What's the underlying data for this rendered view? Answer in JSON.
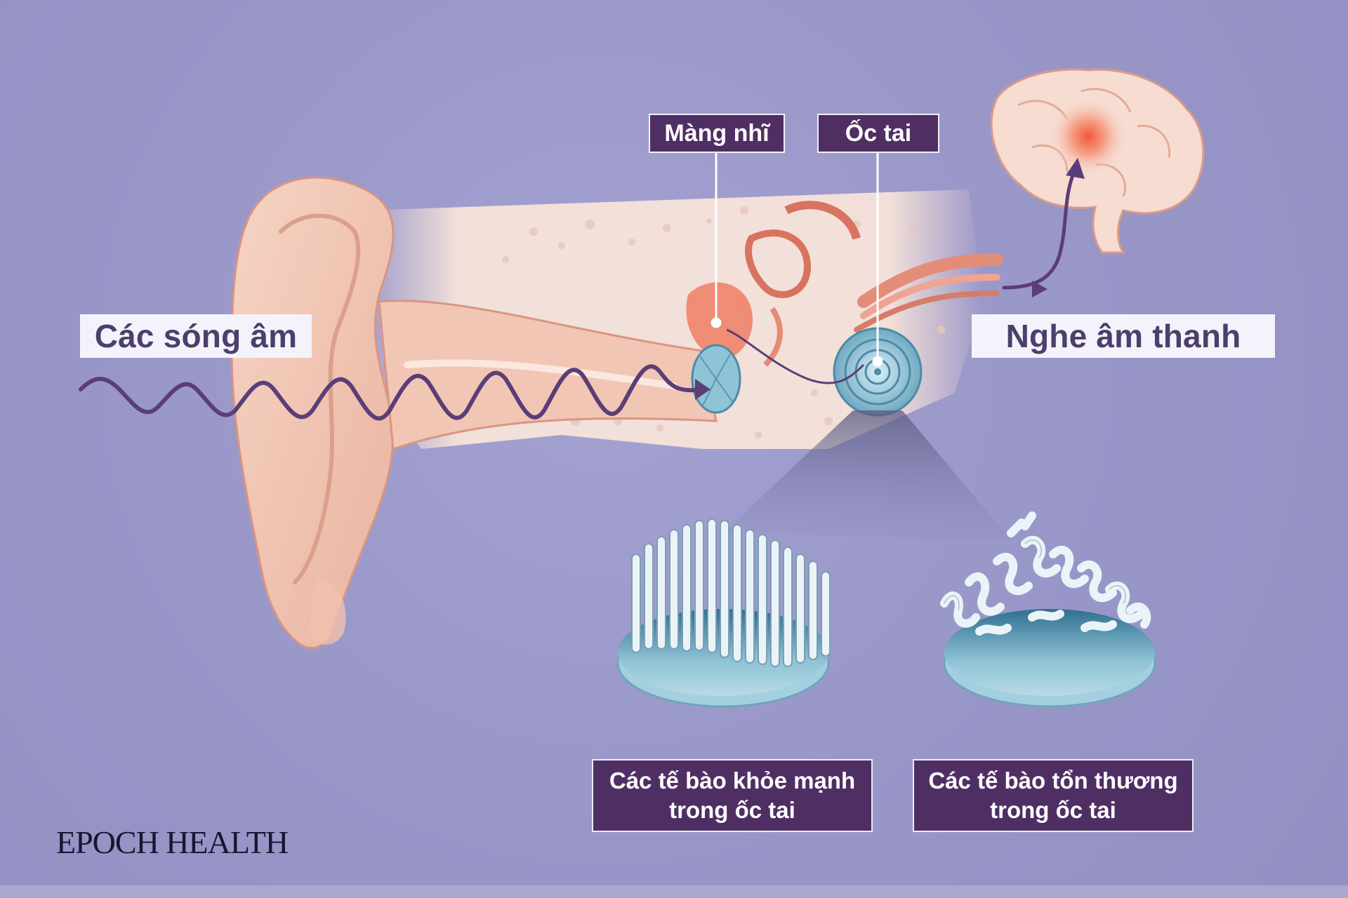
{
  "labels": {
    "sound_waves": "Các sóng âm",
    "hearing_sound": "Nghe âm thanh",
    "eardrum": "Màng nhĩ",
    "cochlea": "Ốc tai",
    "healthy_cells_line1": "Các tế bào khỏe mạnh",
    "healthy_cells_line2": "trong ốc tai",
    "damaged_cells_line1": "Các tế bào tổn thương",
    "damaged_cells_line2": "trong ốc tai"
  },
  "brand": {
    "logo_text": "EPOCH HEALTH"
  },
  "colors": {
    "background": "#9a98c9",
    "label_dark": "#4f2f63",
    "label_light": "#f4f3fb",
    "wave": "#5b3d78",
    "skin": "#f2c9b8",
    "cochlea": "#8fc3d6",
    "brain_highlight": "#f07058"
  }
}
